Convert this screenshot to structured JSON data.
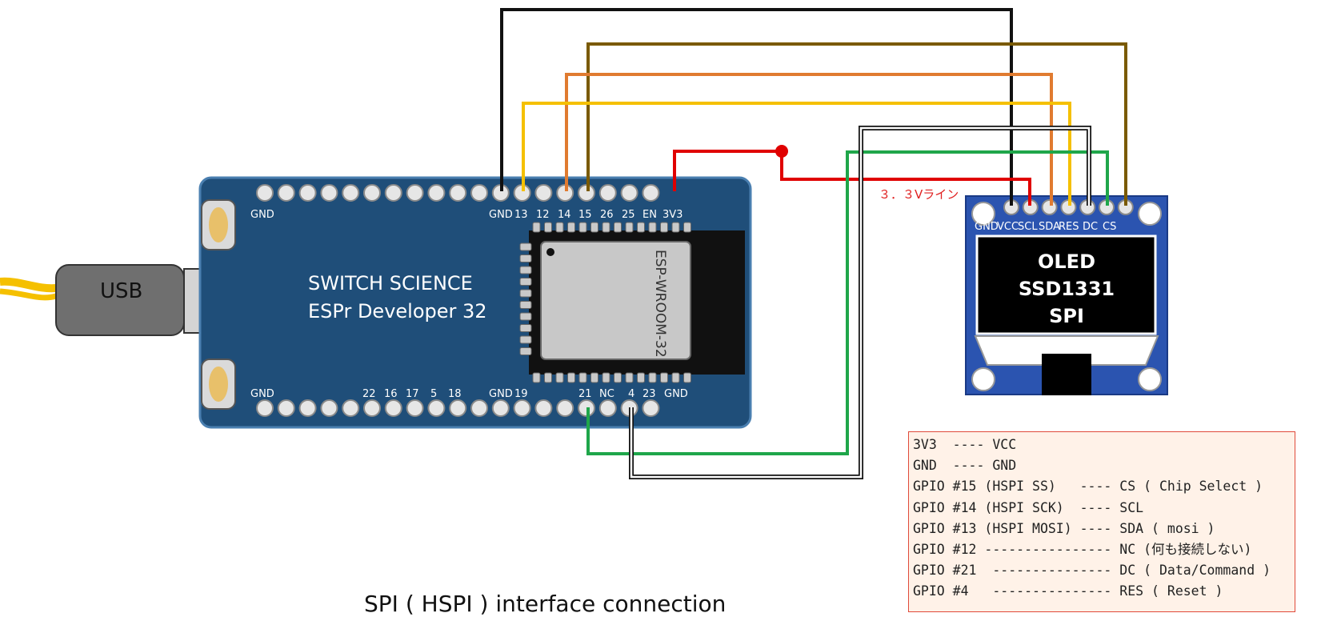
{
  "colors": {
    "board": "#1f4e79",
    "wire_black": "#111111",
    "wire_brown": "#7a5a00",
    "wire_orange": "#e07b30",
    "wire_yellow": "#f5c000",
    "wire_red": "#e00000",
    "wire_green": "#1fa64a",
    "oled_blue": "#2b54b0"
  },
  "usb": {
    "label": "USB"
  },
  "esp_board": {
    "name_line1": "SWITCH SCIENCE",
    "name_line2": "ESPr Developer 32",
    "module_label": "ESP-WROOM-32",
    "top_pin_labels": [
      "GND",
      "GND",
      "13",
      "12",
      "14",
      "15",
      "26",
      "25",
      "EN",
      "3V3"
    ],
    "bottom_pin_labels": [
      "GND",
      "22",
      "16",
      "17",
      "5",
      "18",
      "GND",
      "19",
      "21",
      "NC",
      "4",
      "23",
      "GND"
    ]
  },
  "oled": {
    "pin_labels": [
      "GND",
      "VCC",
      "SCL",
      "SDA",
      "RES",
      "DC",
      "CS"
    ],
    "screen_line1": "OLED",
    "screen_line2": "SSD1331",
    "screen_line3": "SPI"
  },
  "annotation_3v3": "３．３Vライン",
  "legend": [
    "3V3  ---- VCC",
    "GND  ---- GND",
    "GPIO #15 (HSPI SS)   ---- CS ( Chip Select )",
    "GPIO #14 (HSPI SCK)  ---- SCL",
    "GPIO #13 (HSPI MOSI) ---- SDA ( mosi )",
    "GPIO #12 ---------------- NC (何も接続しない)",
    "GPIO #21  --------------- DC ( Data/Command )",
    "GPIO #4   --------------- RES ( Reset )"
  ],
  "caption": "SPI ( HSPI ) interface connection"
}
